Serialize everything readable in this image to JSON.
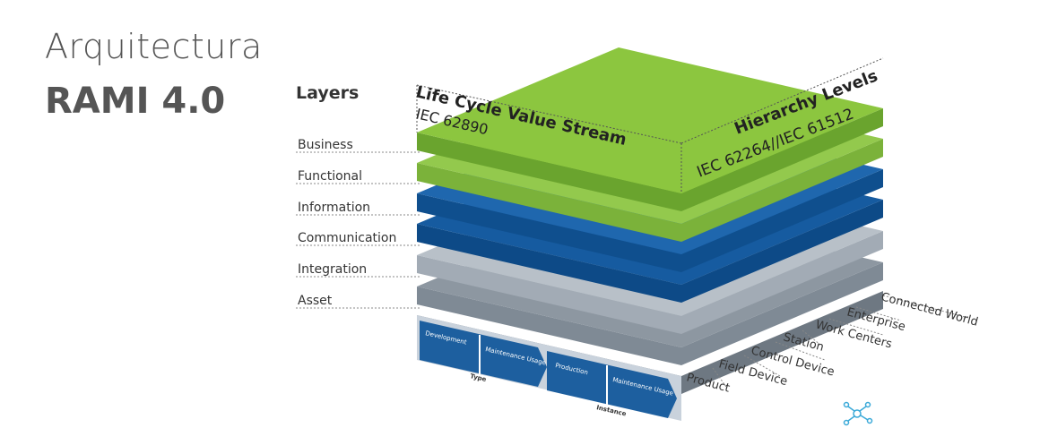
{
  "page": {
    "title_line1": "Arquitectura",
    "title_line2": "RAMI 4.0"
  },
  "diagram": {
    "layers_heading": "Layers",
    "layers": [
      "Business",
      "Functional",
      "Information",
      "Communication",
      "Integration",
      "Asset"
    ],
    "life_cycle": {
      "title": "Life Cycle Value Stream",
      "standard": "IEC 62890",
      "type_label": "Type",
      "instance_label": "Instance",
      "type_steps": [
        "Development",
        "Maintenance Usage"
      ],
      "instance_steps": [
        "Production",
        "Maintenance Usage"
      ]
    },
    "hierarchy": {
      "title": "Hierarchy Levels",
      "standard": "IEC 62264//IEC 61512",
      "levels": [
        "Connected World",
        "Enterprise",
        "Work Centers",
        "Station",
        "Control Device",
        "Field Device",
        "Product"
      ]
    },
    "colors": {
      "green": "#8cc63f",
      "green_dark": "#6aa42e",
      "blue": "#1f63a8",
      "blue_dark": "#0d4a87",
      "gray": "#a7b0ba",
      "gray_dark": "#7f8a95",
      "chevron": "#1d5f9f"
    },
    "icon": "network-icon"
  }
}
